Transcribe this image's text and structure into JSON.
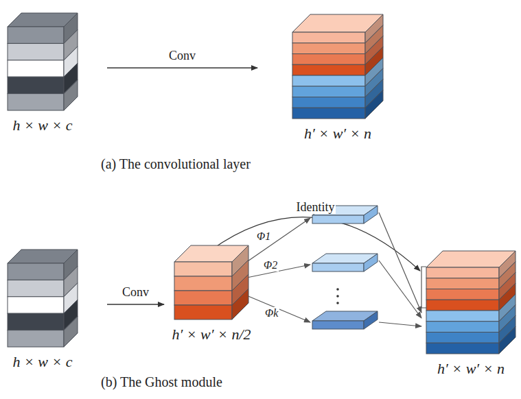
{
  "diagram": {
    "nodes": [
      {
        "text": [
          "h × w × c"
        ]
      },
      {
        "text": [
          "h′ × w′ × n"
        ]
      },
      {
        "text": [
          "h × w × c"
        ]
      },
      {
        "text": [
          "h′ × w′ × n/2"
        ]
      },
      {
        "text": [
          "h′ × w′ × n"
        ]
      }
    ],
    "edges": [
      {
        "from": 0,
        "to": 1,
        "label": "Conv",
        "arrow": "to"
      },
      {
        "from": 2,
        "to": 3,
        "label": "Conv",
        "arrow": "to"
      },
      {
        "from": 3,
        "to": 4,
        "label": "Identity",
        "arrow": "to"
      }
    ],
    "labels": [
      "(a) The convolutional layer",
      "(b) The Ghost module",
      "Φ1",
      "Φ2",
      "Φk"
    ]
  }
}
